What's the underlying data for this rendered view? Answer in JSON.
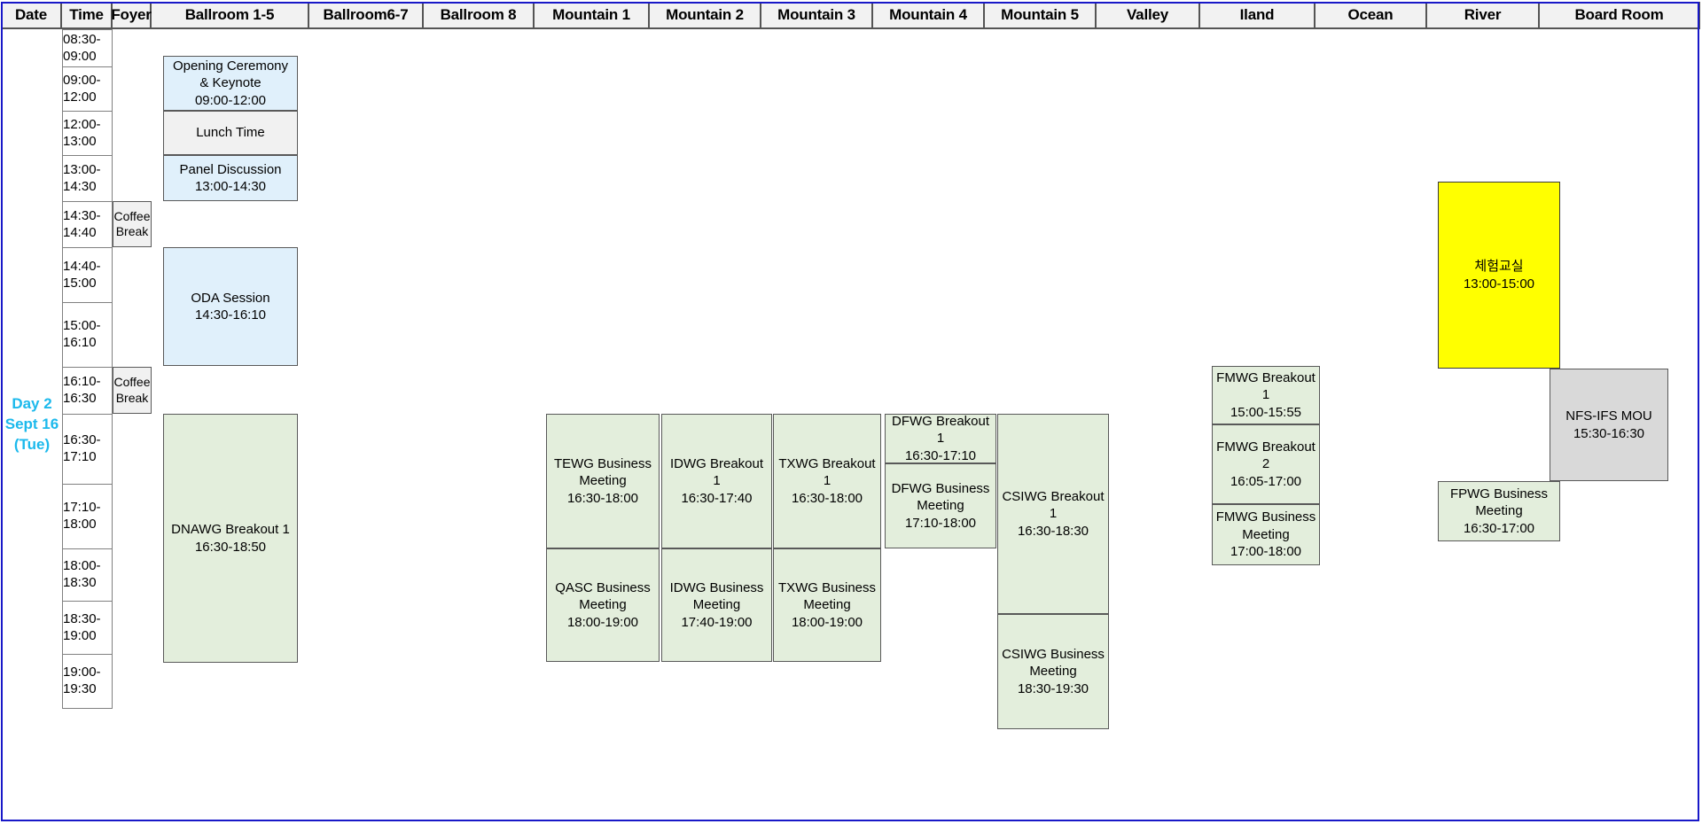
{
  "header": {
    "columns": [
      {
        "label": "Date",
        "name": "col-date"
      },
      {
        "label": "Time",
        "name": "col-time"
      },
      {
        "label": "Foyer",
        "name": "col-foyer"
      },
      {
        "label": "Ballroom 1-5",
        "name": "col-ballroom-1-5"
      },
      {
        "label": "Ballroom6-7",
        "name": "col-ballroom-6-7"
      },
      {
        "label": "Ballroom 8",
        "name": "col-ballroom-8"
      },
      {
        "label": "Mountain 1",
        "name": "col-mountain-1"
      },
      {
        "label": "Mountain 2",
        "name": "col-mountain-2"
      },
      {
        "label": "Mountain 3",
        "name": "col-mountain-3"
      },
      {
        "label": "Mountain 4",
        "name": "col-mountain-4"
      },
      {
        "label": "Mountain 5",
        "name": "col-mountain-5"
      },
      {
        "label": "Valley",
        "name": "col-valley"
      },
      {
        "label": "Iland",
        "name": "col-iland"
      },
      {
        "label": "Ocean",
        "name": "col-ocean"
      },
      {
        "label": "River",
        "name": "col-river"
      },
      {
        "label": "Board Room",
        "name": "col-board-room"
      }
    ]
  },
  "date_block": {
    "line1": "Day 2",
    "line2": "Sept 16",
    "line3": "(Tue)",
    "color": "#1CB9EC"
  },
  "time_slots": [
    "08:30-\n09:00",
    "09:00-\n12:00",
    "12:00-\n13:00",
    "13:00-\n14:30",
    "14:30-\n14:40",
    "14:40-\n15:00",
    "15:00-\n16:10",
    "16:10-\n16:30",
    "16:30-\n17:10",
    "17:10-\n18:00",
    "18:00-\n18:30",
    "18:30-\n19:00",
    "19:00-\n19:30"
  ],
  "events": [
    {
      "id": "opening-ceremony",
      "title": "Opening Ceremony\n& Keynote",
      "time": "09:00-12:00",
      "room": "Ballroom 1-5",
      "color": "blue"
    },
    {
      "id": "lunch-time",
      "title": "Lunch Time",
      "time": "",
      "room": "Ballroom 1-5",
      "color": "grey"
    },
    {
      "id": "panel-discussion",
      "title": "Panel Discussion",
      "time": "13:00-14:30",
      "room": "Ballroom 1-5",
      "color": "blue"
    },
    {
      "id": "coffee-break-1",
      "title": "Coffee\nBreak",
      "time": "",
      "room": "Foyer",
      "color": "grey"
    },
    {
      "id": "oda-session",
      "title": "ODA Session",
      "time": "14:30-16:10",
      "room": "Ballroom 1-5",
      "color": "blue"
    },
    {
      "id": "coffee-break-2",
      "title": "Coffee\nBreak",
      "time": "",
      "room": "Foyer",
      "color": "grey"
    },
    {
      "id": "dnawg-breakout-1",
      "title": "DNAWG Breakout 1",
      "time": "16:30-18:50",
      "room": "Ballroom 1-5",
      "color": "green"
    },
    {
      "id": "tewg-business-meeting",
      "title": "TEWG Business\nMeeting",
      "time": "16:30-18:00",
      "room": "Mountain 1",
      "color": "green"
    },
    {
      "id": "qasc-business-meeting",
      "title": "QASC Business\nMeeting",
      "time": "18:00-19:00",
      "room": "Mountain 1",
      "color": "green"
    },
    {
      "id": "idwg-breakout-1",
      "title": "IDWG Breakout 1",
      "time": "16:30-17:40",
      "room": "Mountain 2",
      "color": "green"
    },
    {
      "id": "idwg-business-meeting",
      "title": "IDWG Business\nMeeting",
      "time": "17:40-19:00",
      "room": "Mountain 2",
      "color": "green"
    },
    {
      "id": "txwg-breakout-1",
      "title": "TXWG Breakout 1",
      "time": "16:30-18:00",
      "room": "Mountain 3",
      "color": "green"
    },
    {
      "id": "txwg-business-meeting",
      "title": "TXWG Business\nMeeting",
      "time": "18:00-19:00",
      "room": "Mountain 3",
      "color": "green"
    },
    {
      "id": "dfwg-breakout-1",
      "title": "DFWG Breakout 1",
      "time": "16:30-17:10",
      "room": "Mountain 4",
      "color": "green"
    },
    {
      "id": "dfwg-business-meeting",
      "title": "DFWG Business\nMeeting",
      "time": "17:10-18:00",
      "room": "Mountain 4",
      "color": "green"
    },
    {
      "id": "csiwg-breakout-1",
      "title": "CSIWG Breakout\n1",
      "time": "16:30-18:30",
      "room": "Mountain 5",
      "color": "green"
    },
    {
      "id": "csiwg-business-meeting",
      "title": "CSIWG Business\nMeeting",
      "time": "18:30-19:30",
      "room": "Mountain 5",
      "color": "green"
    },
    {
      "id": "fmwg-breakout-1",
      "title": "FMWG Breakout\n1",
      "time": "15:00-15:55",
      "room": "Iland",
      "color": "green"
    },
    {
      "id": "fmwg-breakout-2",
      "title": "FMWG Breakout\n2",
      "time": "16:05-17:00",
      "room": "Iland",
      "color": "green"
    },
    {
      "id": "fmwg-business-meeting",
      "title": "FMWG Business\nMeeting",
      "time": "17:00-18:00",
      "room": "Iland",
      "color": "green"
    },
    {
      "id": "experience-classroom",
      "title": "체험교실",
      "time": "13:00-15:00",
      "room": "River",
      "color": "yellow"
    },
    {
      "id": "fpwg-business-meeting",
      "title": "FPWG Business\nMeeting",
      "time": "16:30-17:00",
      "room": "River",
      "color": "green"
    },
    {
      "id": "nfs-ifs-mou",
      "title": "NFS-IFS MOU",
      "time": "15:30-16:30",
      "room": "Board Room",
      "color": "grey2"
    }
  ]
}
